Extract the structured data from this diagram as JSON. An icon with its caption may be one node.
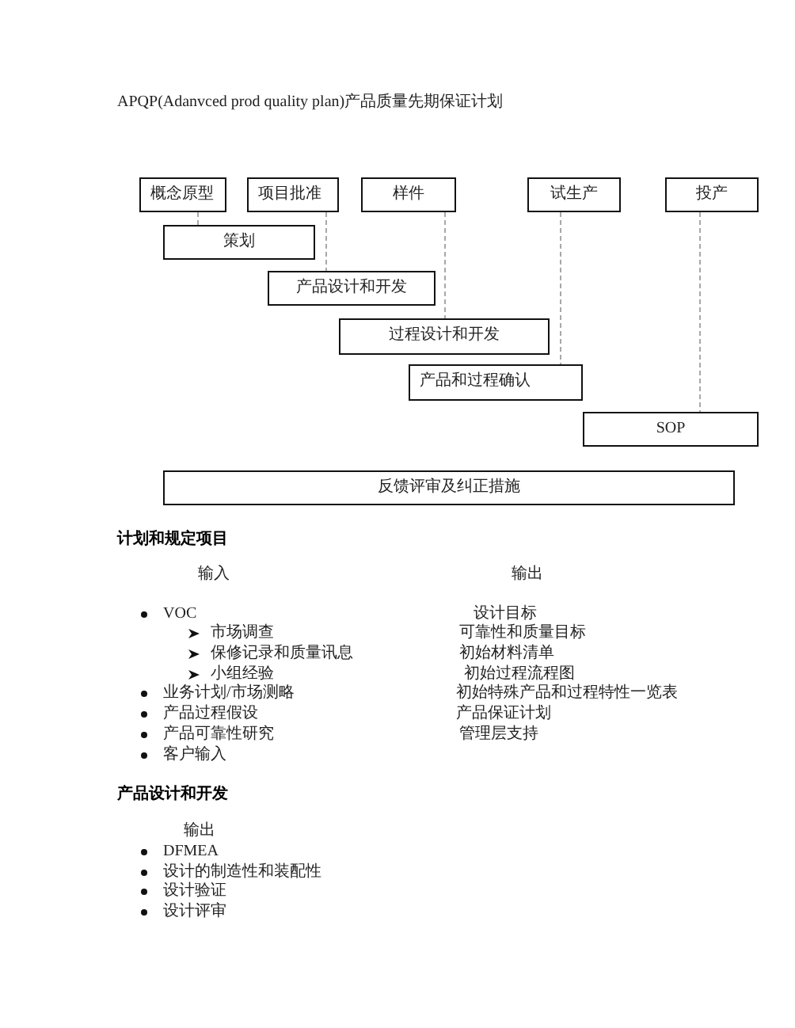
{
  "diagram": {
    "title": "APQP(Adanvced prod quality plan)产品质量先期保证计划",
    "nodes": [
      {
        "text": [
          "概念原型"
        ]
      },
      {
        "text": [
          "项目批准"
        ]
      },
      {
        "text": [
          "样件"
        ]
      },
      {
        "text": [
          "试生产"
        ]
      },
      {
        "text": [
          "投产"
        ]
      },
      {
        "text": [
          "策划"
        ]
      },
      {
        "text": [
          "产品设计和开发"
        ]
      },
      {
        "text": [
          "过程设计和开发"
        ]
      },
      {
        "text": [
          "产品和过程确认"
        ]
      },
      {
        "text": [
          "SOP"
        ]
      },
      {
        "text": [
          "反馈评审及纠正措施"
        ]
      }
    ],
    "edges": [
      {
        "from": 0,
        "to": 5,
        "arrow": "none",
        "style": "dashed"
      },
      {
        "from": 1,
        "to": 6,
        "arrow": "none",
        "style": "dashed"
      },
      {
        "from": 2,
        "to": 7,
        "arrow": "none",
        "style": "dashed"
      },
      {
        "from": 3,
        "to": 8,
        "arrow": "none",
        "style": "dashed"
      },
      {
        "from": 4,
        "to": 9,
        "arrow": "none",
        "style": "dashed"
      }
    ],
    "labels": [
      "计划和规定项目",
      "输入",
      "输出",
      "VOC",
      "设计目标",
      "市场调查",
      "可靠性和质量目标",
      "保修记录和质量讯息",
      "初始材料清单",
      "小组经验",
      "初始过程流程图",
      "业务计划/市场测略",
      "初始特殊产品和过程特性一览表",
      "产品过程假设",
      "产品保证计划",
      "产品可靠性研究",
      "管理层支持",
      "客户输入",
      "产品设计和开发",
      "输出",
      "DFMEA",
      "设计的制造性和装配性",
      "设计验证",
      "设计评审"
    ]
  }
}
